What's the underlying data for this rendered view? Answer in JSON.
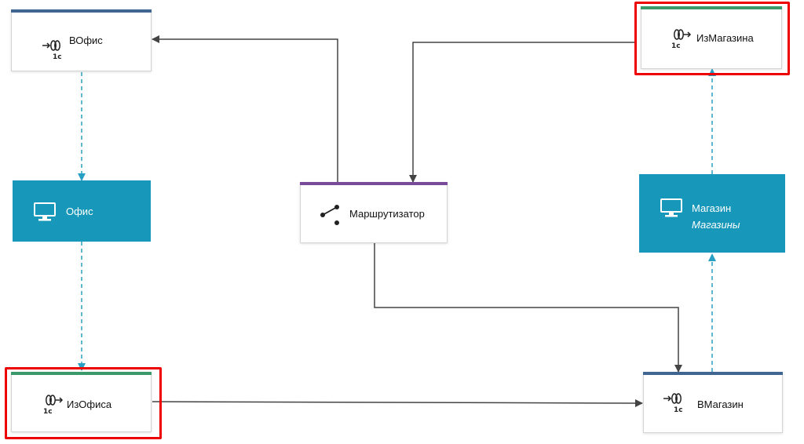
{
  "colors": {
    "channel_out": "#3f6590",
    "channel_in": "#3a9a6a",
    "router": "#7a4a9a",
    "app": "#1797b9",
    "highlight": "#ee0000",
    "arrow_solid": "#444444",
    "arrow_dashed": "#2a9fc4"
  },
  "nodes": {
    "vofis": {
      "label": "ВОфис",
      "icon": "1c-channel-in-icon"
    },
    "ofis": {
      "label": "Офис",
      "icon": "monitor-icon"
    },
    "izofisa": {
      "label": "ИзОфиса",
      "icon": "1c-channel-out-icon"
    },
    "router": {
      "label": "Маршрутизатор",
      "icon": "router-icon"
    },
    "izmagazina": {
      "label": "ИзМагазина",
      "icon": "1c-channel-out-icon"
    },
    "magazin": {
      "label": "Магазин",
      "sublabel": "Магазины",
      "icon": "monitor-icon"
    },
    "vmagazin": {
      "label": "ВМагазин",
      "icon": "1c-channel-in-icon"
    }
  }
}
